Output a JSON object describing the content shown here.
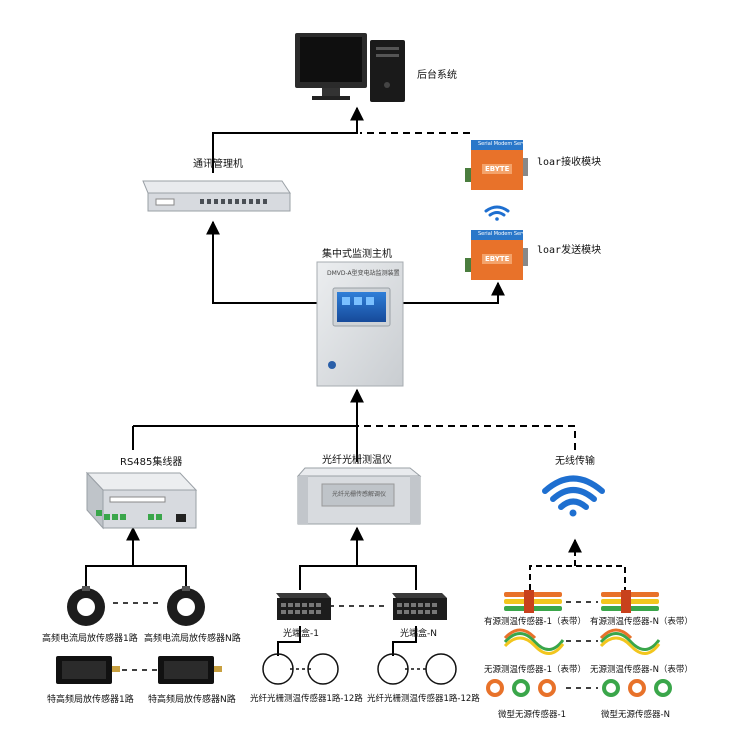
{
  "nodes": {
    "backend": "后台系统",
    "comm_manager": "通讯管理机",
    "lora_rx": "loar接收模块",
    "lora_tx": "loar发送模块",
    "host": "集中式监测主机",
    "rs485": "RS485集线器",
    "fiber_device": "光纤光栅测温仪",
    "wireless": "无线传输",
    "hf_sensor_1": "高频电流局放传感器1路",
    "hf_sensor_n": "高频电流局放传感器N路",
    "uhf_sensor_1": "特高频局放传感器1路",
    "uhf_sensor_n": "特高频局放传感器N路",
    "fiber_box_1": "光端盒-1",
    "fiber_box_n": "光端盒-N",
    "fiber_sensor_1": "光纤光栅测温传感器1路-12路",
    "fiber_sensor_n": "光纤光栅测温传感器1路-12路",
    "active_1": "有源测温传感器-1（表带）",
    "active_n": "有源测温传感器-N（表带）",
    "passive_1": "无源测温传感器-1（表带）",
    "passive_n": "无源测温传感器-N（表带）",
    "micro_1": "微型无源传感器-1",
    "micro_n": "微型无源传感器-N"
  },
  "device_text": {
    "host_panel": "DMVD-A型变电站监测装置",
    "fiber_panel": "光纤光栅传感解调仪",
    "module_brand": "EBYTE",
    "module_title": "Serial Modem Server"
  },
  "colors": {
    "line": "#000000",
    "panel": "#dcdfe2",
    "screen": "#1c5fb3",
    "module_orange": "#e8722a",
    "module_blue": "#2a77c9",
    "wifi_blue": "#1e6fd0",
    "accent_green": "#3aa64a",
    "sensor_dark": "#1d1d1d"
  }
}
